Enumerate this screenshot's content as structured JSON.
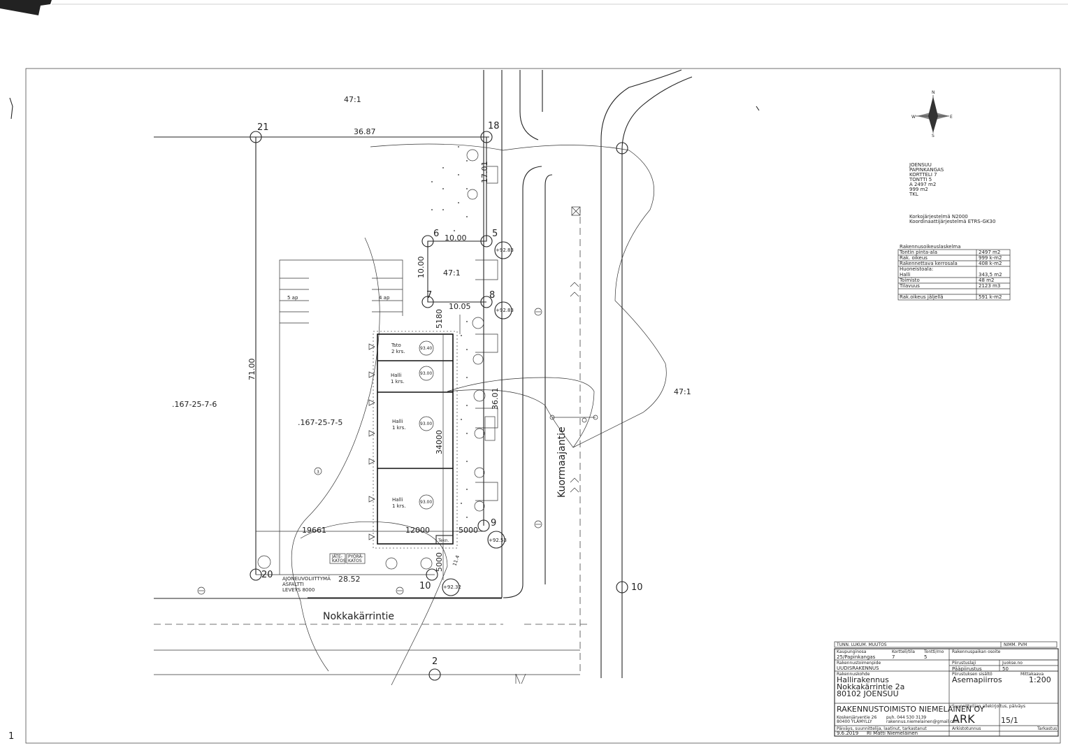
{
  "plot": {
    "neighbour_label_top": "47:1",
    "neighbour_label_right": "47:1",
    "neighbour_label_small": "47:1",
    "parcel_left": ".167-25-7-6",
    "parcel_main": ".167-25-7-5",
    "circle3": "3",
    "parking_left": "5 ap",
    "parking_right": "4 ap"
  },
  "points": {
    "p21": "21",
    "p18": "18",
    "p6": "6",
    "p5": "5",
    "p7": "7",
    "p8": "8",
    "p9": "9",
    "p10": "10",
    "p20": "20",
    "p2": "2",
    "p10b": "10"
  },
  "dims": {
    "top": "36.87",
    "d1001": "10.00",
    "d1000v": "10.00",
    "d1005": "10.05",
    "d1701": "17.01",
    "d7100": "71.00",
    "d3601": "36.01",
    "d5180": "5180",
    "d34000": "34000",
    "d19661": "19661",
    "d12000": "12000",
    "d5000h": "5000",
    "d5000v": "5000",
    "d2852": "28.52",
    "d114": "11.4"
  },
  "levels": {
    "l1": "+92.83",
    "l2": "+92.83",
    "l3": "+92.53",
    "l4": "+92.32",
    "b1": "93.40",
    "b2": "93.00",
    "b3": "93.00",
    "b4": "93.00"
  },
  "building": {
    "r1a": "Tsto",
    "r1b": "2 krs.",
    "r2a": "Halli",
    "r2b": "1 krs.",
    "r3a": "Halli",
    "r3b": "1 krs.",
    "r4a": "Halli",
    "r4b": "1 krs.",
    "tekn": "Tekn.",
    "jate1": "JÄTE-",
    "jate2": "KATOS",
    "pyora1": "PYÖRÄ-",
    "pyora2": "KATOS"
  },
  "roads": {
    "nokka": "Nokkakärrintie",
    "kuorma": "Kuormaajantie",
    "ajo1": "AJONEUVOLIITTYMÄ",
    "ajo2": "ASFALTTI",
    "ajo3": "LEVEYS 8000"
  },
  "info": {
    "l1": "JOENSUU",
    "l2": "PAPINKANGAS",
    "l3": "KORTTELI 7",
    "l4": "TONTTI 5",
    "l5": "A 2497 m2",
    "l6": "999 m2",
    "l7": "TKL",
    "k1": "Korkojärjestelmä N2000",
    "k2": "Koordinaattijärjestelmä ETRS-GK30"
  },
  "calc": {
    "title": "Rakennusoikeuslaskelma",
    "rows": [
      {
        "label": "Tontin pinta-ala",
        "value": "2497 m2"
      },
      {
        "label": "Rak. oikeus",
        "value": "999 k-m2"
      },
      {
        "label": "Rakennettava kerrosala",
        "value": "408 k-m2"
      },
      {
        "label": "Huoneistoala:",
        "value": ""
      },
      {
        "label": "Halli",
        "value": "343,5 m2"
      },
      {
        "label": "Toimisto",
        "value": "48 m2"
      },
      {
        "label": "Tilavuus",
        "value": "2123 m3"
      },
      {
        "label": "Rak.oikeus jäljellä",
        "value": "591 k-m2"
      }
    ]
  },
  "titleblock": {
    "rev_cols": "TUNN. LUKUM. MUUTOS",
    "rev_date": "NIMM. PVM",
    "h_kunta": "Kaupunginosa",
    "h_kortteli": "Kortteli/tila",
    "h_tontti": "Tontti/rno",
    "h_rakpaikka": "Rakennuspaikan osoite",
    "v_kunta": "25/Papinkangas",
    "v_kortteli": "7",
    "v_tontti": "5",
    "h_toimenpide": "Rakennustoimenpide",
    "v_toimenpide": "UUDISRAKENNUS",
    "h_kohde": "Rakennuskohde",
    "v_kohde1": "Hallirakennus",
    "v_kohde2": "Nokkakärrintie 2a",
    "v_kohde3": "80102 JOENSUU",
    "h_piirustuslaji": "Piirustuslaji",
    "v_piirustuslaji": "Pääpiirustus",
    "h_juokse": "Juokse.no",
    "v_juokse": "50",
    "h_sisalto": "Piirustuksen sisältö",
    "h_mittakaava": "Mittakaava",
    "v_sisalto": "Asemapiirros",
    "v_mittakaava": "1:200",
    "company": "RAKENNUSTOIMISTO NIEMELÄINEN OY",
    "addr1": "Koskenjärventie 26",
    "addr2": "80400 YLÄMYLLY",
    "phone": "puh. 044 530 3139",
    "email": "rakennus.niemelainen@gmail.com",
    "h_suunnittelija": "Suunnittelijan allekirjoitus, päiväys",
    "h_sign_small": "Päiväys, suunnittelija, laatinut, tarkastanut",
    "date": "9.6.2019",
    "designer": "RI Matti Niemeläinen",
    "ark": "ARK",
    "sheetno": "15/1",
    "h_arkisto": "Arkistotunnus",
    "h_tarkastus": "Tarkastus"
  },
  "north": {
    "n": "N",
    "s": "S",
    "e": "E",
    "w": "W"
  },
  "margin_mark": "1"
}
